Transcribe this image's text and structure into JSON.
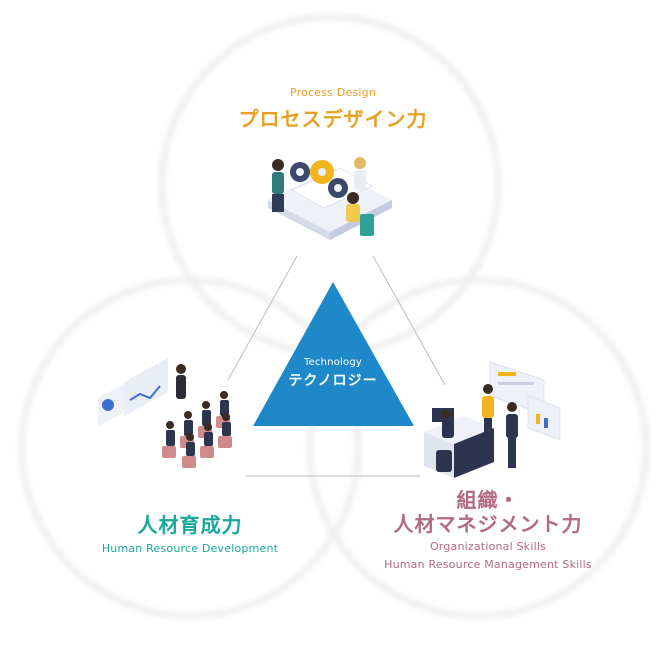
{
  "process": {
    "en": "Process Design",
    "jp": "プロセスデザイン力"
  },
  "technology": {
    "en": "Technology",
    "jp": "テクノロジー"
  },
  "human_resource": {
    "jp": "人材育成力",
    "en": "Human Resource Development"
  },
  "organization": {
    "jp_line1": "組織・",
    "jp_line2": "人材マネジメント力",
    "en_line1": "Organizational Skills",
    "en_line2": "Human Resource Management Skills"
  },
  "icons": [
    "gear-team-illustration",
    "presentation-audience-illustration",
    "office-management-illustration"
  ],
  "colors": {
    "process": "#e7a023",
    "technology": "#1e88c8",
    "human_resource": "#1aa89c",
    "organization": "#b26a82"
  }
}
